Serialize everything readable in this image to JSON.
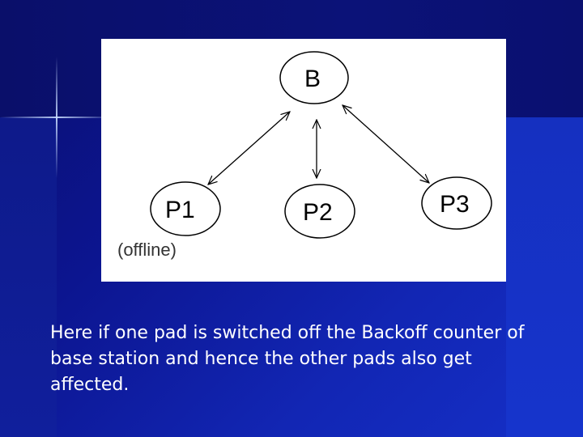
{
  "diagram": {
    "nodes": {
      "b": "B",
      "p1": "P1",
      "p2": "P2",
      "p3": "P3"
    },
    "p1_note": "(offline)",
    "edges": [
      {
        "from": "B",
        "to": "P1",
        "bidirectional": true
      },
      {
        "from": "B",
        "to": "P2",
        "bidirectional": true
      },
      {
        "from": "B",
        "to": "P3",
        "bidirectional": true
      }
    ]
  },
  "caption": "Here if one pad is switched off the Backoff counter of base station and hence the other pads also get affected.",
  "colors": {
    "background": "#0c1590",
    "diagram_bg": "#ffffff",
    "text": "#ffffff"
  }
}
